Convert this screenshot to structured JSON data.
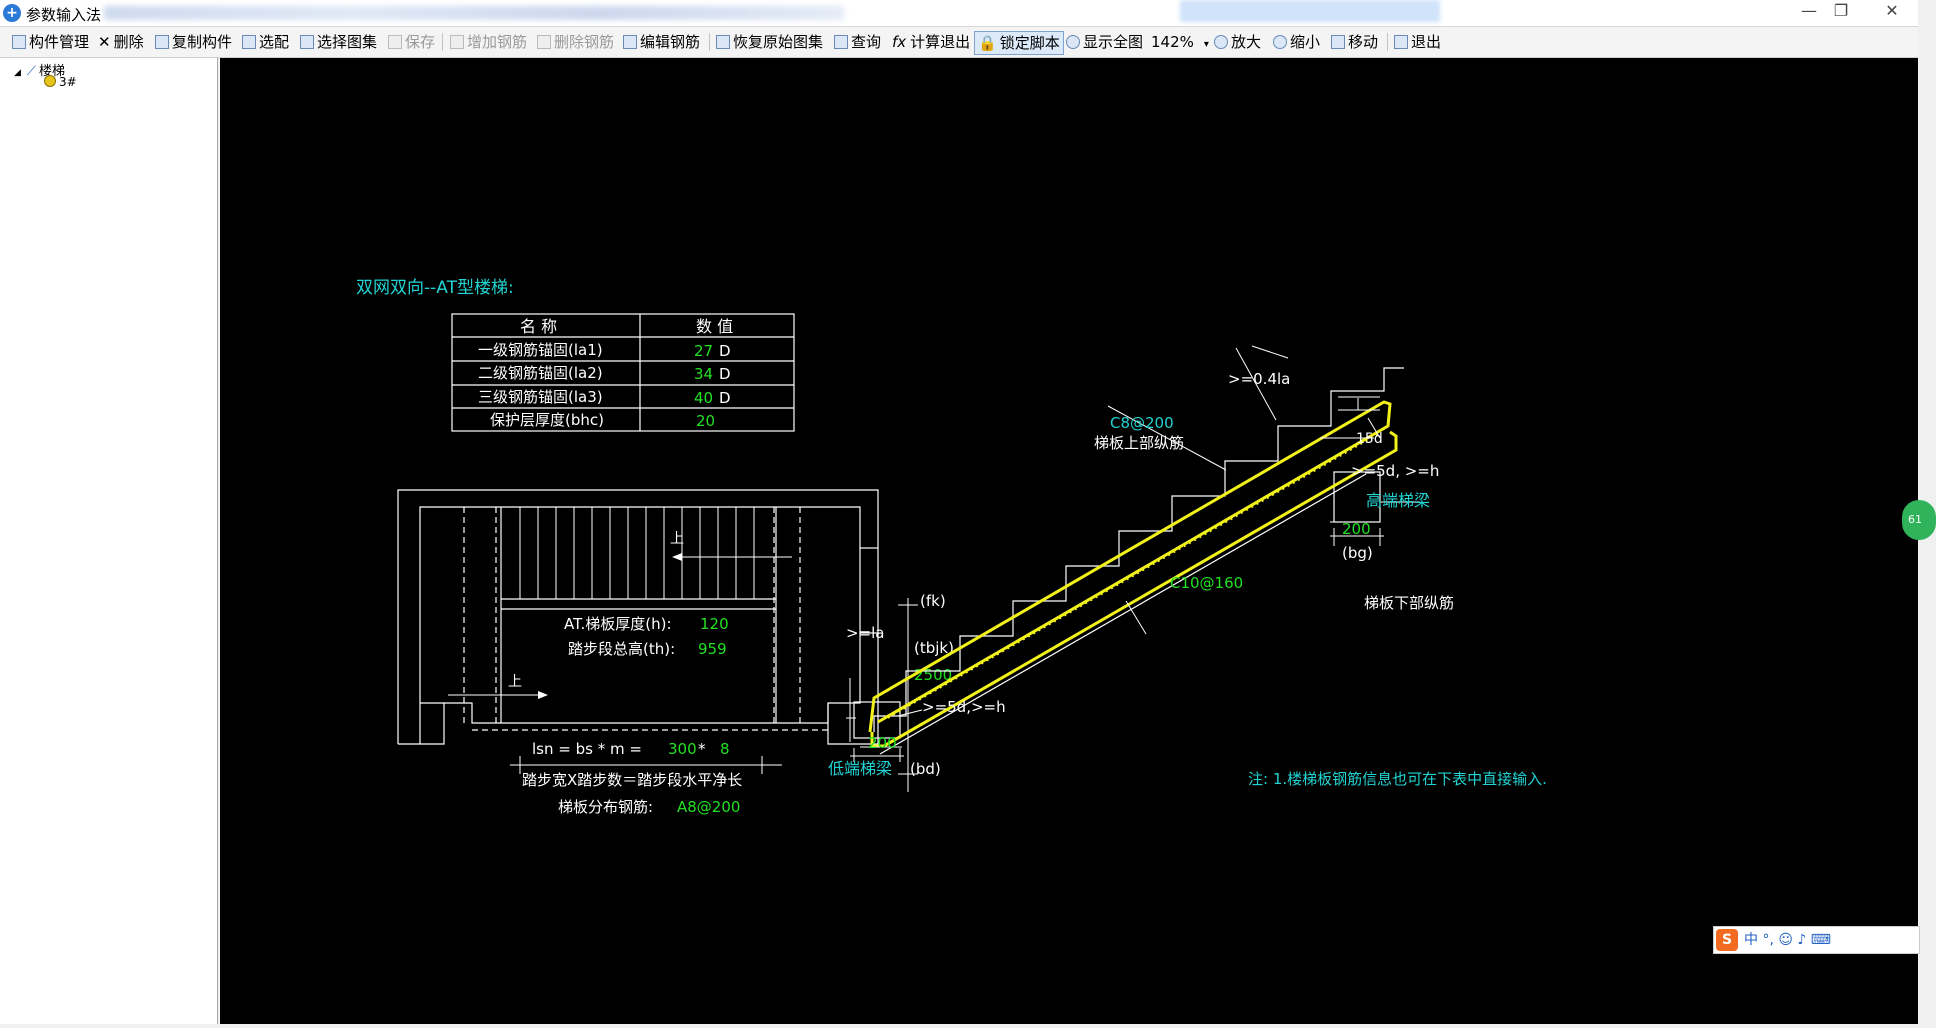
{
  "window": {
    "title": "参数输入法",
    "minimize": "—",
    "maximize": "❐",
    "close": "✕"
  },
  "toolbar": {
    "component_mgmt": "构件管理",
    "delete": "删除",
    "copy_component": "复制构件",
    "select_match": "选配",
    "select_atlas": "选择图集",
    "save": "保存",
    "add_rebar": "增加钢筋",
    "delete_rebar": "删除钢筋",
    "edit_rebar": "编辑钢筋",
    "restore_atlas": "恢复原始图集",
    "query": "查询",
    "calc_exit": "计算退出",
    "lock_script": "锁定脚本",
    "show_all": "显示全图",
    "zoom_level": "142%",
    "zoom_in": "放大",
    "zoom_out": "缩小",
    "move": "移动",
    "exit": "退出"
  },
  "tree": {
    "root": "楼梯",
    "child": "3#"
  },
  "drawing": {
    "heading": "双网双向--AT型楼梯:",
    "table_headers": {
      "name": "名  称",
      "value": "数  值"
    },
    "table_rows": [
      {
        "name": "一级钢筋锚固(la1)",
        "value": "27",
        "unit": "D"
      },
      {
        "name": "二级钢筋锚固(la2)",
        "value": "34",
        "unit": "D"
      },
      {
        "name": "三级钢筋锚固(la3)",
        "value": "40",
        "unit": "D"
      },
      {
        "name": "保护层厚度(bhc)",
        "value": "20",
        "unit": ""
      }
    ],
    "plan": {
      "up_label_1": "上",
      "up_label_2": "上",
      "thickness_label": "AT.梯板厚度(h):",
      "thickness_value": "120",
      "height_label": "踏步段总高(th):",
      "height_value": "959",
      "fk": "(fk)",
      "tbjk": "(tbjk)",
      "width_value": "2500",
      "lsn_prefix": "lsn = bs * m = ",
      "bs_value": "300",
      "times": " * ",
      "m_value": "8",
      "formula": "踏步宽X踏步数＝踏步段水平净长",
      "dist_rebar_label": "梯板分布钢筋:",
      "dist_rebar_value": "A8@200"
    },
    "section": {
      "top_rebar_spec": "C8@200",
      "top_rebar_label": "梯板上部纵筋",
      "top_anchor": ">=0.4la",
      "hook_15d": "15d",
      "high_anchor": ">=5d, >=h",
      "high_beam": "高端梯梁",
      "bg_value": "200",
      "bg": "(bg)",
      "bottom_rebar_spec": "C10@160",
      "bottom_rebar_label": "梯板下部纵筋",
      "low_la": ">=la",
      "low_anchor": ">=5d,>=h",
      "bd_value": "200",
      "low_beam": "低端梯梁",
      "bd": "(bd)",
      "note": "注: 1.楼梯板钢筋信息也可在下表中直接输入."
    }
  },
  "ime": {
    "text": "中 °, ☺ ♪ ⌨"
  },
  "side_tab": {
    "text": "61"
  },
  "colors": {
    "cyan": "#22d3d3",
    "green": "#22e022",
    "yellow": "#f2f21a",
    "white": "#ffffff"
  }
}
